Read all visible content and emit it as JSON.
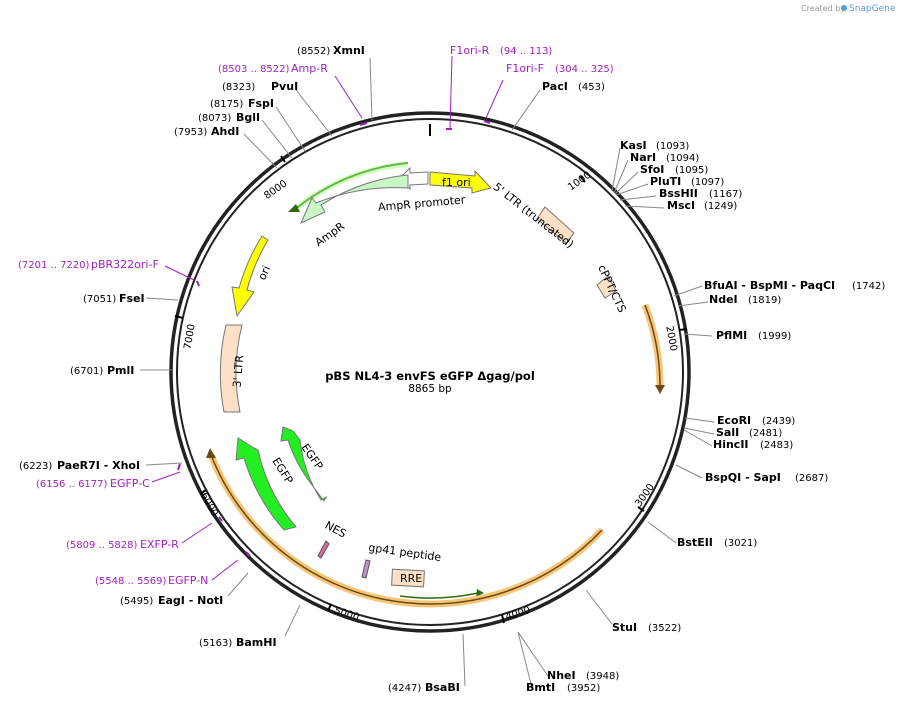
{
  "header": {
    "created_by": "Created by",
    "brand": "SnapGene"
  },
  "plasmid": {
    "name": "pBS NL4-3 envFS eGFP Δgag/pol",
    "size": "8865 bp"
  },
  "ticks": [
    "1000",
    "2000",
    "3000",
    "4000",
    "5000",
    "6000",
    "7000",
    "8000"
  ],
  "sites": [
    {
      "name": "XmnI",
      "pos": "(8552)"
    },
    {
      "name": "PvuI",
      "pos": "(8323)"
    },
    {
      "name": "FspI",
      "pos": "(8175)"
    },
    {
      "name": "BglI",
      "pos": "(8073)"
    },
    {
      "name": "AhdI",
      "pos": "(7953)"
    },
    {
      "name": "PacI",
      "pos": "(453)"
    },
    {
      "name": "KasI",
      "pos": "(1093)"
    },
    {
      "name": "NarI",
      "pos": "(1094)"
    },
    {
      "name": "SfoI",
      "pos": "(1095)"
    },
    {
      "name": "PluTI",
      "pos": "(1097)"
    },
    {
      "name": "BssHII",
      "pos": "(1167)"
    },
    {
      "name": "MscI",
      "pos": "(1249)"
    },
    {
      "name": "BfuAI - BspMI - PaqCI",
      "pos": "(1742)"
    },
    {
      "name": "NdeI",
      "pos": "(1819)"
    },
    {
      "name": "PflMI",
      "pos": "(1999)"
    },
    {
      "name": "EcoRI",
      "pos": "(2439)"
    },
    {
      "name": "SalI",
      "pos": "(2481)"
    },
    {
      "name": "HincII",
      "pos": "(2483)"
    },
    {
      "name": "BspQI - SapI",
      "pos": "(2687)"
    },
    {
      "name": "BstEII",
      "pos": "(3021)"
    },
    {
      "name": "StuI",
      "pos": "(3522)"
    },
    {
      "name": "NheI",
      "pos": "(3948)"
    },
    {
      "name": "BmtI",
      "pos": "(3952)"
    },
    {
      "name": "BsaBI",
      "pos": "(4247)"
    },
    {
      "name": "BamHI",
      "pos": "(5163)"
    },
    {
      "name": "EagI - NotI",
      "pos": "(5495)"
    },
    {
      "name": "PaeR7I - XhoI",
      "pos": "(6223)"
    },
    {
      "name": "PmlI",
      "pos": "(6701)"
    },
    {
      "name": "FseI",
      "pos": "(7051)"
    }
  ],
  "primers": [
    {
      "name": "Amp-R",
      "pos": "(8503 .. 8522)"
    },
    {
      "name": "F1ori-R",
      "pos": "(94 .. 113)"
    },
    {
      "name": "F1ori-F",
      "pos": "(304 .. 325)"
    },
    {
      "name": "pBR322ori-F",
      "pos": "(7201 .. 7220)"
    },
    {
      "name": "EGFP-C",
      "pos": "(6156 .. 6177)"
    },
    {
      "name": "EXFP-R",
      "pos": "(5809 .. 5828)"
    },
    {
      "name": "EGFP-N",
      "pos": "(5548 .. 5569)"
    }
  ],
  "features": {
    "f1_ori": "f1 ori",
    "ampr_promoter": "AmpR promoter",
    "ampr": "AmpR",
    "ori": "ori",
    "ltr5": "5' LTR (truncated)",
    "cppt": "cPPT/CTS",
    "ltr3": "3' LTR",
    "egfp1": "EGFP",
    "egfp2": "EGFP",
    "nes": "NES",
    "gp41": "gp41 peptide",
    "rre": "RRE"
  },
  "colors": {
    "backbone": "#222222",
    "primer": "#a020c0",
    "orf": "#f5c57a",
    "f1": "#ffff00",
    "ampr": "#c8f7c5",
    "egfp": "#22ee22",
    "ltr": "#fde0c5"
  }
}
